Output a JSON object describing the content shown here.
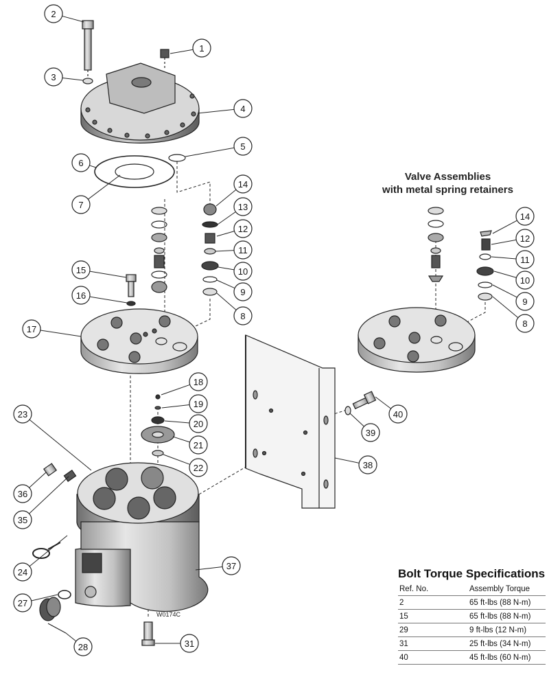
{
  "callouts": [
    "1",
    "2",
    "3",
    "4",
    "5",
    "6",
    "7",
    "8",
    "9",
    "10",
    "11",
    "12",
    "13",
    "14",
    "15",
    "16",
    "17",
    "18",
    "19",
    "20",
    "21",
    "22",
    "23",
    "24",
    "27",
    "28",
    "31",
    "35",
    "36",
    "37",
    "38",
    "39",
    "40"
  ],
  "side_callouts": [
    "14",
    "12",
    "11",
    "10",
    "9",
    "8"
  ],
  "side_title": {
    "line1": "Valve Assemblies",
    "line2": "with metal spring retainers"
  },
  "drawing_code": "W0174C",
  "torque": {
    "title": "Bolt Torque Specifications",
    "col_ref": "Ref. No.",
    "col_torque": "Assembly Torque",
    "rows": [
      {
        "ref": "2",
        "torque": "65 ft-lbs (88 N-m)"
      },
      {
        "ref": "15",
        "torque": "65 ft-lbs (88 N-m)"
      },
      {
        "ref": "29",
        "torque": "9 ft-lbs (12 N-m)"
      },
      {
        "ref": "31",
        "torque": "25 ft-lbs (34 N-m)"
      },
      {
        "ref": "40",
        "torque": "45 ft-lbs (60 N-m)"
      }
    ]
  }
}
